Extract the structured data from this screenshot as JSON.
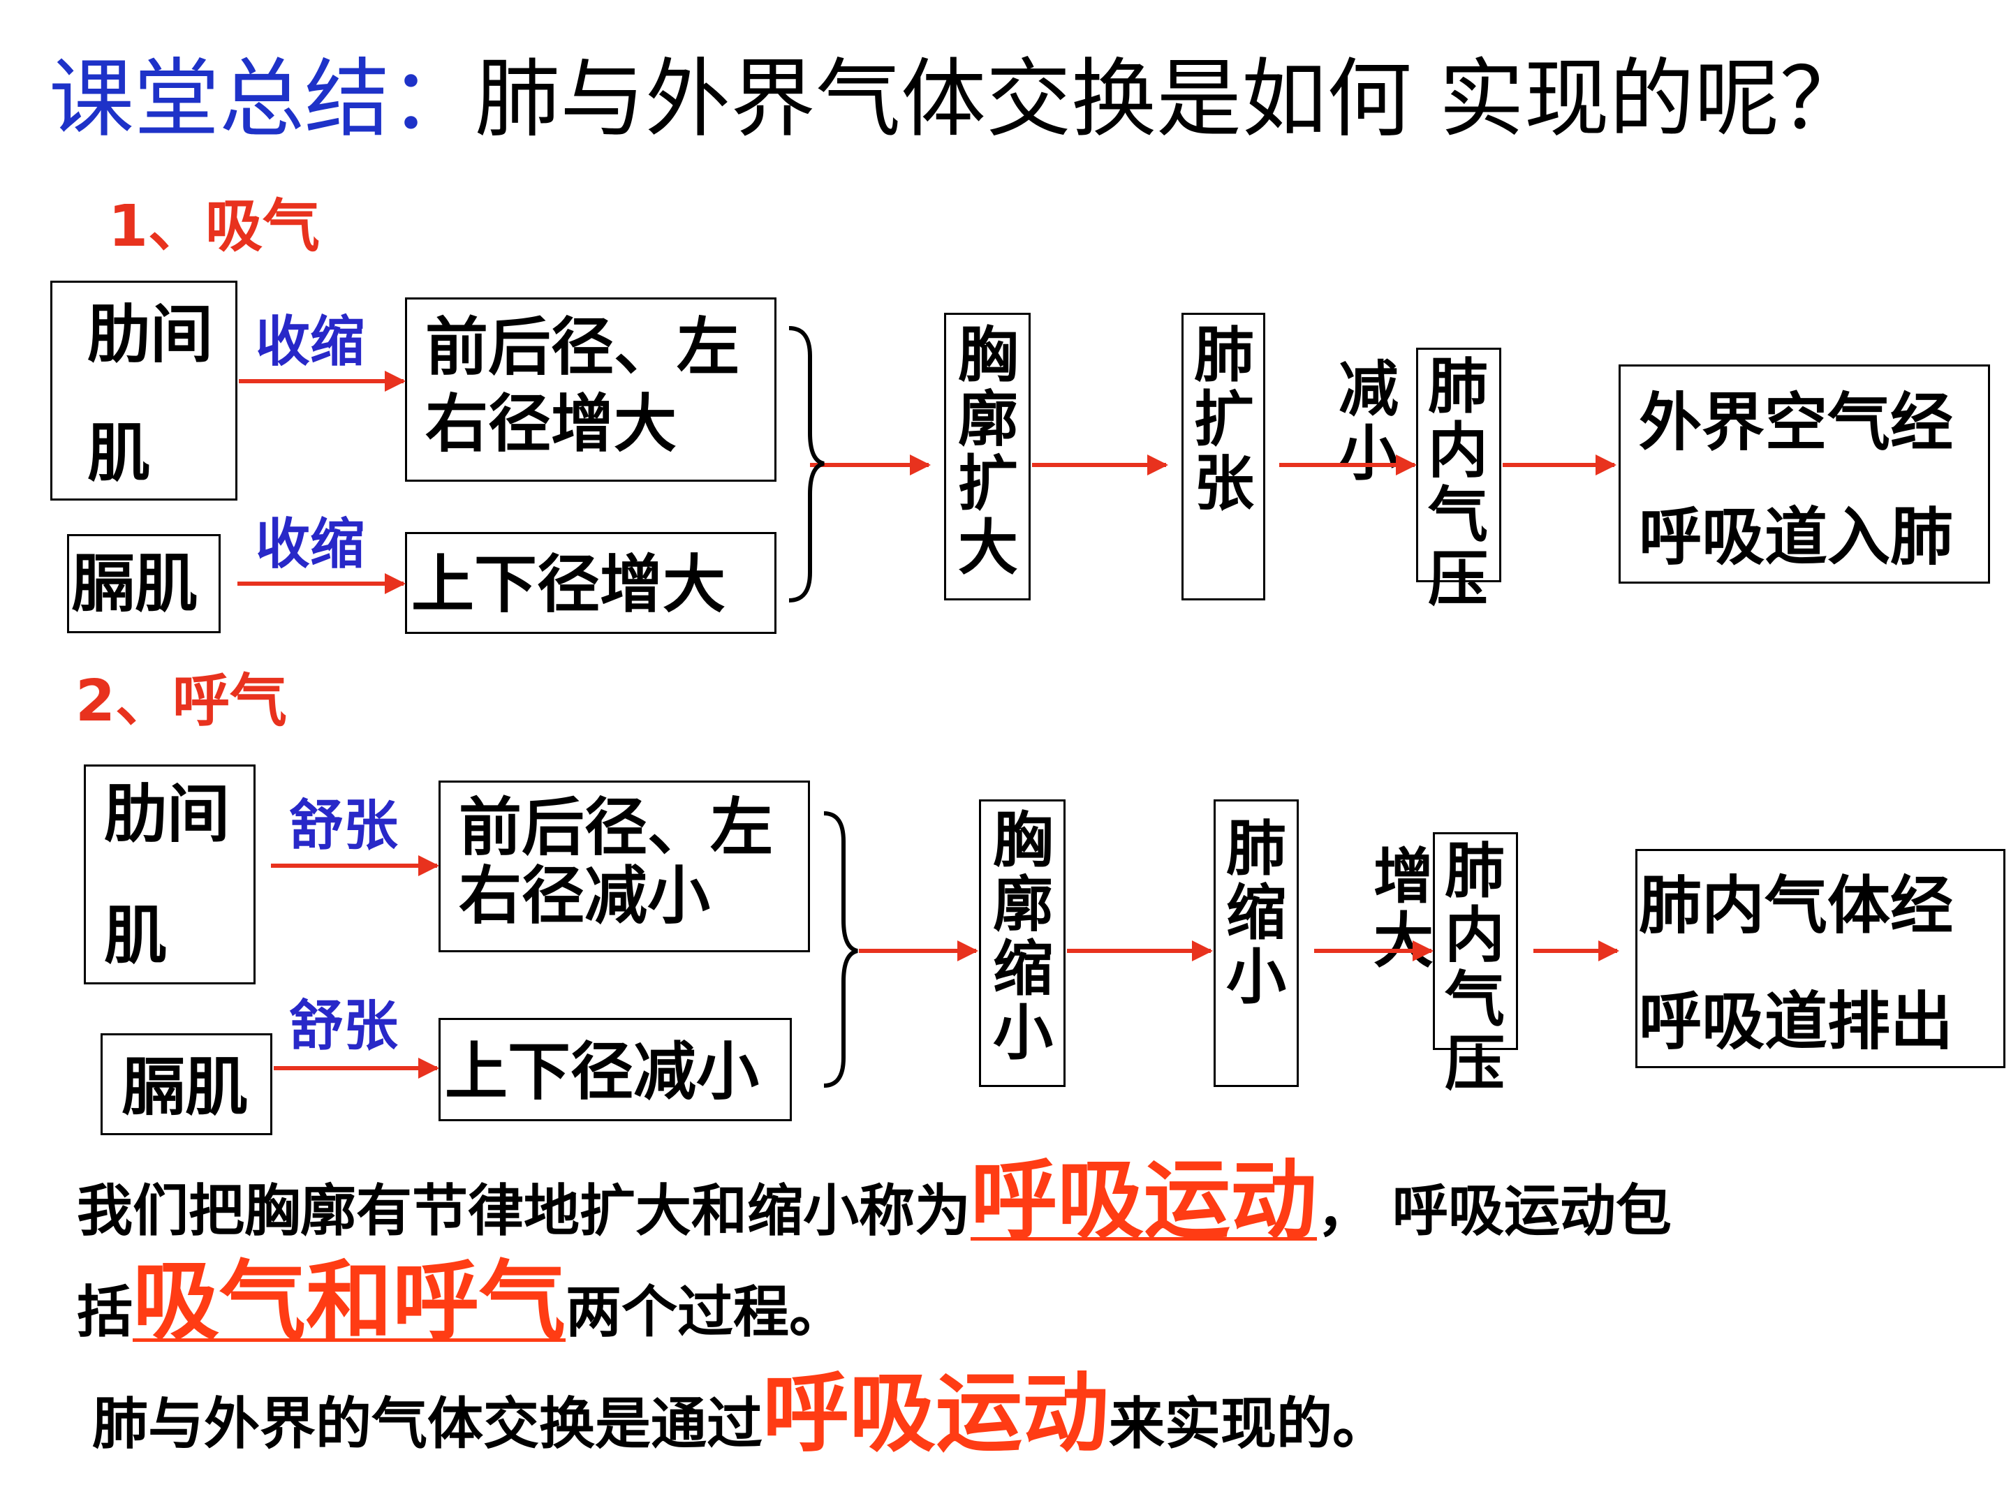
{
  "title": {
    "prefix": "课堂总结：",
    "question": "肺与外界气体交换是如何 实现的呢？"
  },
  "inhale": {
    "heading": "1、吸气",
    "muscle1": {
      "line1": "肋间",
      "line2": "肌"
    },
    "muscle2": "膈肌",
    "verb1": "收缩",
    "verb2": "收缩",
    "result1": {
      "line1": "前后径、左",
      "line2": "右径增大"
    },
    "result2": "上下径增大",
    "thorax": "胸廓扩大",
    "lung": "肺扩张",
    "pressure_change": "减小",
    "pressure": "肺内气压",
    "outcome": {
      "line1": "外界空气经",
      "line2": "呼吸道入肺"
    }
  },
  "exhale": {
    "heading": "2、呼气",
    "muscle1": {
      "line1": "肋间",
      "line2": "肌"
    },
    "muscle2": "膈肌",
    "verb1": "舒张",
    "verb2": "舒张",
    "result1": {
      "line1": "前后径、左",
      "line2": "右径减小"
    },
    "result2": "上下径减小",
    "thorax": "胸廓缩小",
    "lung": "肺缩小",
    "pressure_change": "增大",
    "pressure": "肺内气压",
    "outcome": {
      "line1": "肺内气体经",
      "line2": "呼吸道排出"
    }
  },
  "summary": {
    "p1_a": "我们把胸廓有节律地扩大和缩小称为",
    "p1_hl": "呼吸运动",
    "p1_b": "， 呼吸运动包",
    "p2_a": "括",
    "p2_hl": "吸气和呼气",
    "p2_b": "两个过程。",
    "p3_a": "肺与外界的气体交换是通过",
    "p3_hl": "呼吸运动",
    "p3_b": "来实现的。"
  },
  "colors": {
    "title_blue": "#1e32c8",
    "heading_red": "#e8321e",
    "verb_blue": "#2828c8",
    "arrow_red": "#e8321e",
    "highlight_red": "#ff3c14"
  }
}
